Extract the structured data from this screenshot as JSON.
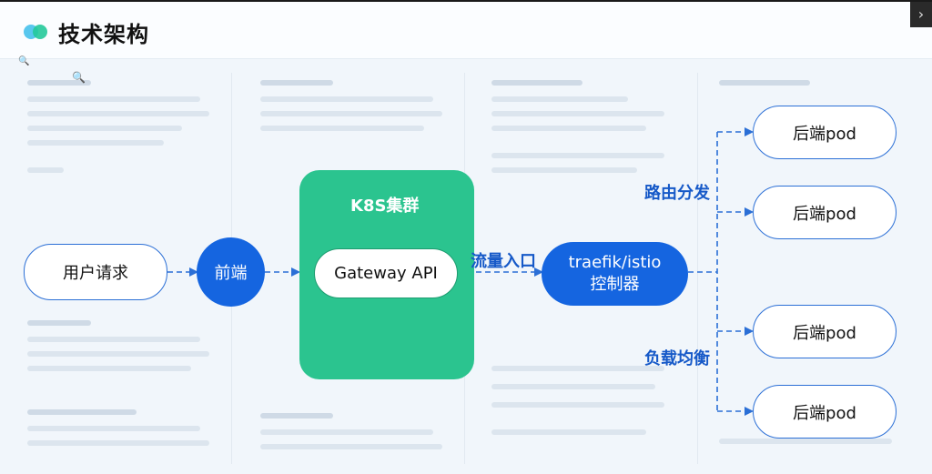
{
  "header": {
    "title": "技术架构",
    "zoom_small": "🔍",
    "zoom_large": "🔍",
    "close_glyph": "›"
  },
  "diagram": {
    "user_request": "用户请求",
    "frontend": "前端",
    "cluster": "K8S集群",
    "gateway": "Gateway API",
    "traffic_entry": "流量入口",
    "controller_line1": "traefik/istio",
    "controller_line2": "控制器",
    "routing": "路由分发",
    "load_balancing": "负载均衡",
    "backends": [
      "后端pod",
      "后端pod",
      "后端pod",
      "后端pod"
    ]
  },
  "colors": {
    "accent_blue": "#1565e0",
    "cluster_green": "#2bc48f",
    "connector": "#2b6fd6",
    "label_blue": "#1659c8"
  }
}
